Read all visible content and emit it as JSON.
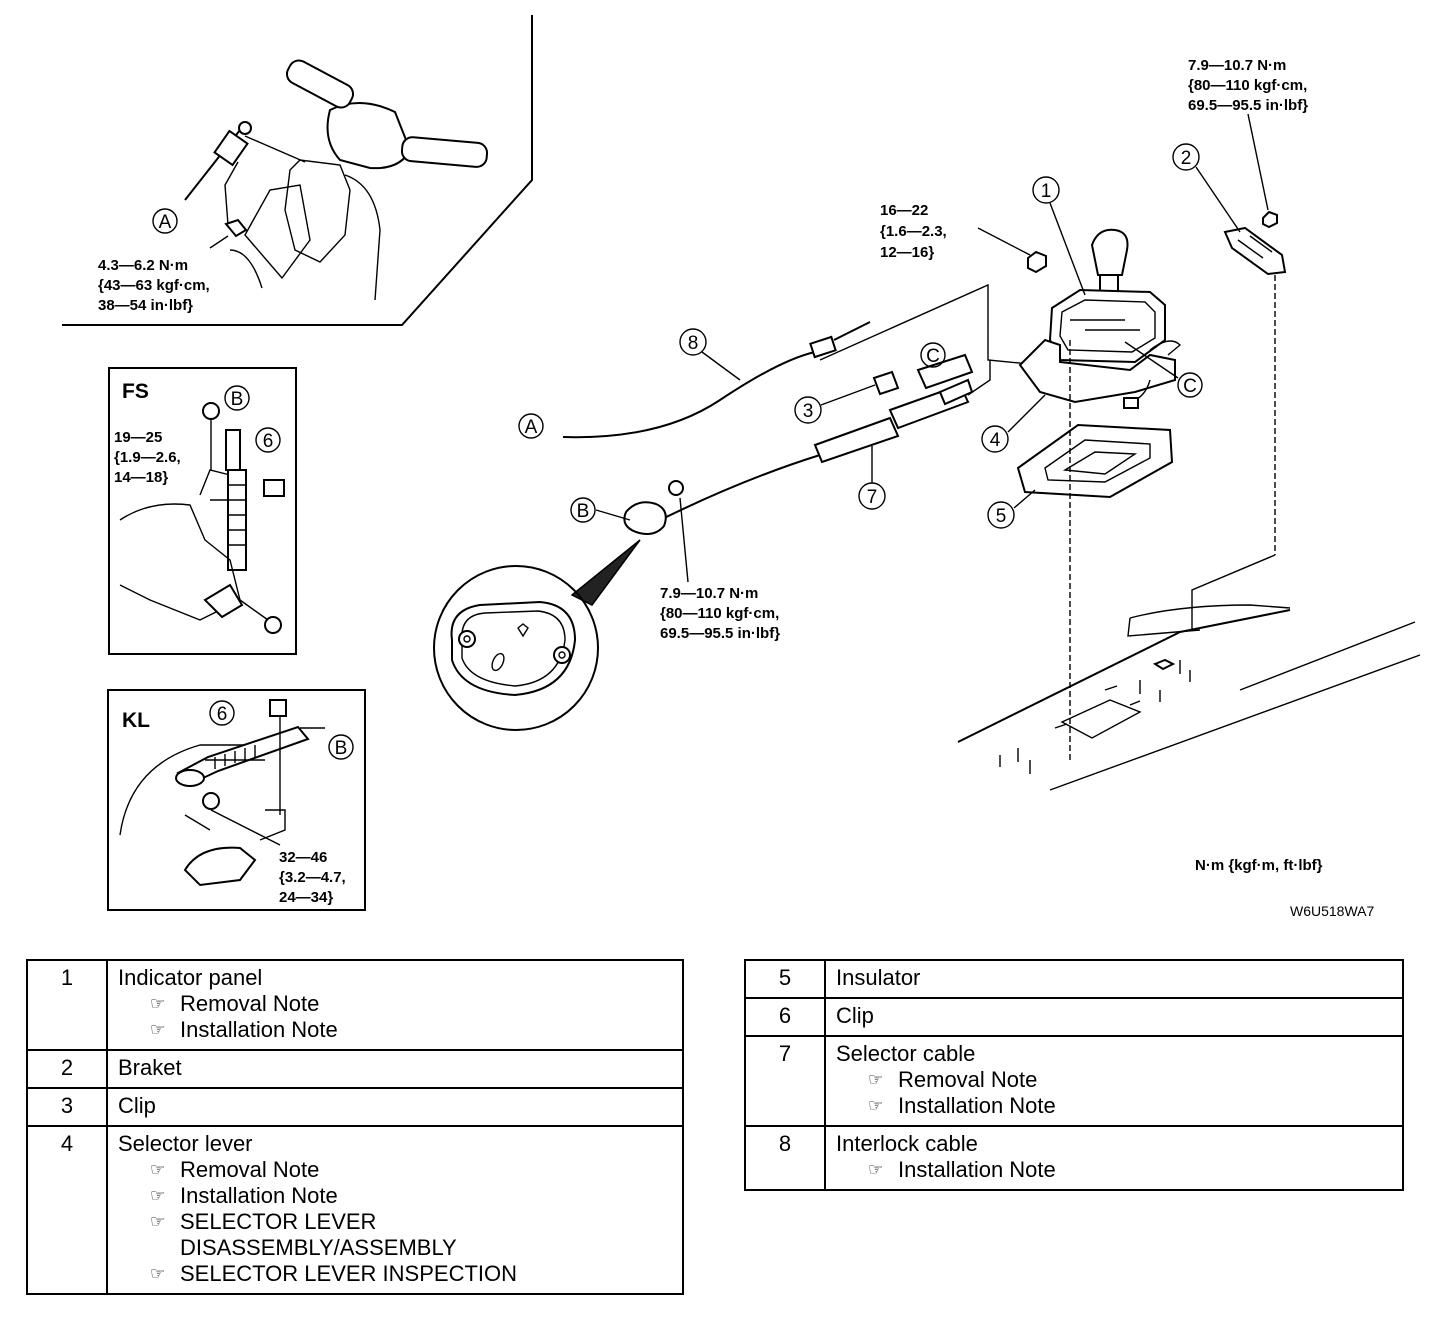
{
  "torque": {
    "steering": [
      "4.3—6.2 N·m",
      "{43—63 kgf·cm,",
      "38—54 in·lbf}"
    ],
    "bracket": [
      "7.9—10.7 N·m",
      "{80—110 kgf·cm,",
      "69.5—95.5 in·lbf}"
    ],
    "lever_nut": [
      "16—22",
      "{1.6—2.3,",
      "12—16}"
    ],
    "cable": [
      "7.9—10.7 N·m",
      "{80—110 kgf·cm,",
      "69.5—95.5 in·lbf}"
    ],
    "fs": [
      "19—25",
      "{1.9—2.6,",
      "14—18}"
    ],
    "kl": [
      "32—46",
      "{3.2—4.7,",
      "24—34}"
    ]
  },
  "inset_labels": {
    "fs": "FS",
    "kl": "KL"
  },
  "callouts": {
    "n1": "1",
    "n2": "2",
    "n3": "3",
    "n4": "4",
    "n5": "5",
    "n6": "6",
    "n7": "7",
    "n8": "8",
    "a": "A",
    "b": "B",
    "c": "C"
  },
  "units_note": "N·m {kgf·m, ft·lbf}",
  "figure_code": "W6U518WA7",
  "parts_left": [
    {
      "num": "1",
      "name": "Indicator panel",
      "notes": [
        "Removal Note",
        "Installation Note"
      ]
    },
    {
      "num": "2",
      "name": "Braket",
      "notes": []
    },
    {
      "num": "3",
      "name": "Clip",
      "notes": []
    },
    {
      "num": "4",
      "name": "Selector lever",
      "notes": [
        "Removal Note",
        "Installation Note",
        "SELECTOR LEVER\nDISASSEMBLY/ASSEMBLY",
        "SELECTOR LEVER INSPECTION"
      ]
    }
  ],
  "parts_right": [
    {
      "num": "5",
      "name": "Insulator",
      "notes": []
    },
    {
      "num": "6",
      "name": "Clip",
      "notes": []
    },
    {
      "num": "7",
      "name": "Selector cable",
      "notes": [
        "Removal Note",
        "Installation Note"
      ]
    },
    {
      "num": "8",
      "name": "Interlock cable",
      "notes": [
        "Installation Note"
      ]
    }
  ],
  "ref_icon": "pointing-hand-icon",
  "ref_glyph": "☞"
}
